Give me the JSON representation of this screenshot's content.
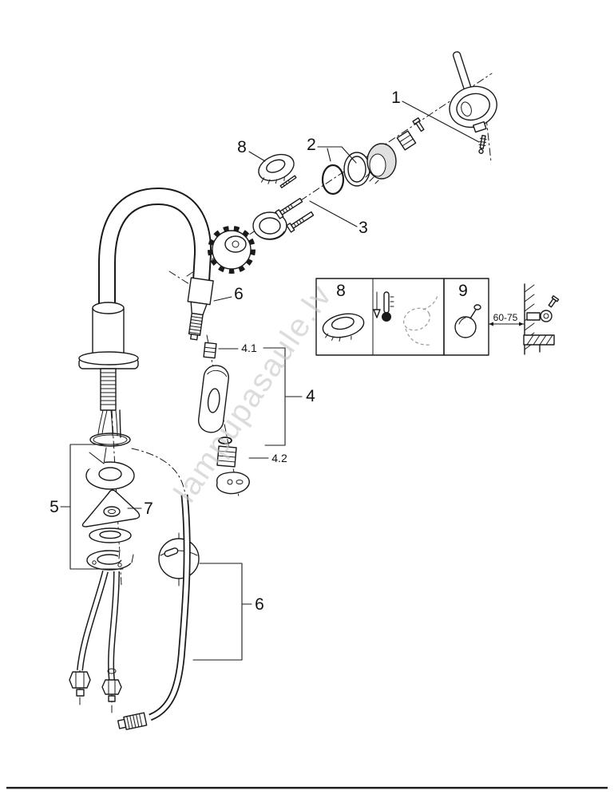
{
  "colors": {
    "line": "#1a1a1a",
    "watermark": "#c6c6c6"
  },
  "watermark": {
    "text": "lampupasaule.lv"
  },
  "callouts": {
    "part1": "1",
    "part2": "2",
    "part3": "3",
    "part4": "4",
    "part4_1": "4.1",
    "part4_2": "4.2",
    "part5": "5",
    "part6_upper": "6",
    "part6_lower": "6",
    "part7": "7",
    "part8": "8"
  },
  "inset": {
    "part8_label": "8",
    "part9_label": "9",
    "dimension_label": "60-75"
  }
}
